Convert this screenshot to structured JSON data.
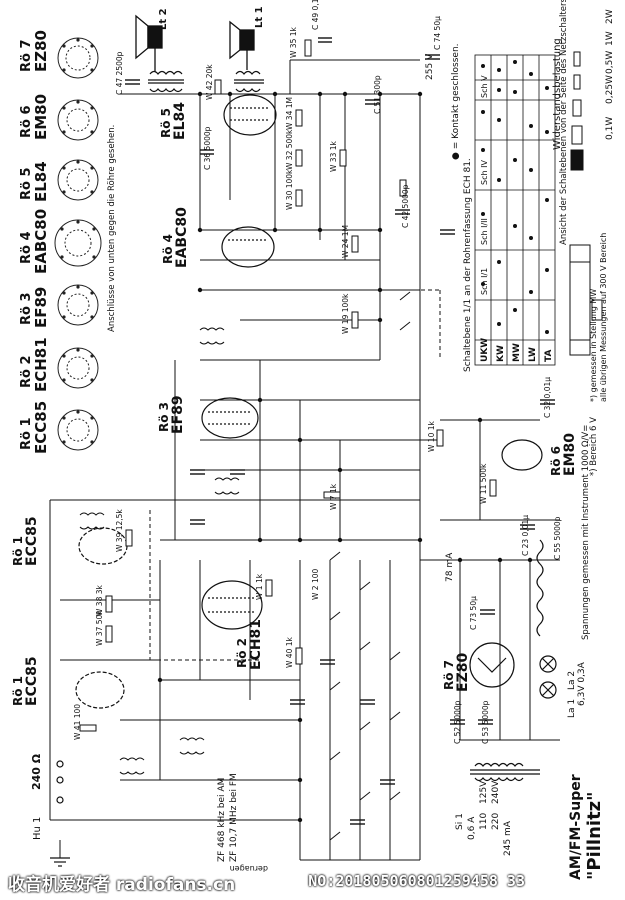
{
  "tubes": [
    {
      "ref": "Rö 1",
      "type": "ECC85"
    },
    {
      "ref": "Rö 2",
      "type": "ECH81"
    },
    {
      "ref": "Rö 3",
      "type": "EF89"
    },
    {
      "ref": "Rö 4",
      "type": "EABC80"
    },
    {
      "ref": "Rö 5",
      "type": "EL84"
    },
    {
      "ref": "Rö 6",
      "type": "EM80"
    },
    {
      "ref": "Rö 7",
      "type": "EZ80"
    }
  ],
  "notes": {
    "socket_view": "Anschlüsse von unten gegen die Röhre gesehen.",
    "switch_plane": "Schaltebene 1/1 an der Rohrenfassung ECH 81.",
    "contact_legend": "● = Kontakt geschlossen.",
    "switch_view": "Ansicht der Schaltebenen von der Seite des Netzschalters her.",
    "resistor_load": "Widerstandsbelastung",
    "if_am": "ZF 468 kHz bei AM",
    "if_fm": "ZF 10,7 MHz bei FM",
    "range_note_1": "*) gemessen in Stellung MW",
    "range_note_2": "alle übrigen Messungen auf 300 V Bereich",
    "voltage_note": "Spannungen gemessen mit Instrument 1000 Ω/V=",
    "footer_left": "deruagen"
  },
  "wattage": [
    "0,1W",
    "0,25W",
    "0,5W",
    "1W",
    "2W"
  ],
  "bands": [
    "UKW",
    "KW",
    "MW",
    "LW",
    "TA"
  ],
  "switch_cols": [
    "Sch I/1",
    "Sch I/II",
    "Sch IV",
    "Sch V"
  ],
  "tube_labels": {
    "ro1a": "Rö 1",
    "ecc85a": "ECC85",
    "ro1b": "Rö 1",
    "ecc85b": "ECC85",
    "ro2": "Rö 2",
    "ech81": "ECH81",
    "ro3": "Rö 3",
    "ef89": "EF89",
    "ro4": "Rö 4",
    "eabc80": "EABC80",
    "ro5": "Rö 5",
    "el84": "EL84",
    "ro6": "Rö 6",
    "em80": "EM80",
    "ro7": "Rö 7",
    "ez80": "EZ80"
  },
  "speakers": [
    "Lt 2",
    "Lt 1"
  ],
  "mains": {
    "label": "Si 1",
    "fuse": "0,6 A",
    "voltages": [
      "110",
      "125V",
      "220",
      "240V"
    ],
    "lamp1": "La 1",
    "lamp2": "La 2",
    "lamp_rating": "6,3V 0,3A",
    "b_plus": "255 V",
    "ma": "78 mA",
    "hv": "245 mA"
  },
  "title": {
    "line1": "AM/FM-Super",
    "line2": "\"Pillnitz\""
  },
  "antenna": {
    "ohm": "240 Ω",
    "hu": "Hu 1"
  },
  "em80_note": "*) Bereich 6 V",
  "components": {
    "c49": "C 49\n0,1µ",
    "c47": "C 47\n2500p",
    "c74": "C 74\n50µ",
    "c51": "C 51\n300p",
    "c36": "C 36\n5000p",
    "c42": "C 42\n5000p",
    "c32": "C 32\n0,01µ",
    "c23": "C 23\n0,01µ",
    "c55": "C 55\n5000p",
    "c73": "C 73\n50µ",
    "c52": "C 52\n5000p",
    "c53": "C 53\n5000p",
    "w35": "W 35\n1k",
    "w42": "W 42\n20k",
    "w34": "W 34\n1M",
    "w32": "W 32\n500k",
    "w30": "W 30\n100k",
    "w33": "W 33\n1k",
    "w24": "W 24\n1M",
    "w19": "W 19\n100k",
    "w7": "W 7\n1k",
    "w11": "W 11\n500k",
    "w10": "W 10\n1k",
    "w39": "W 39\n12,5k",
    "w38": "W 38\n3k",
    "w37": "W 37\n50k",
    "w41": "W 41\n100",
    "w40": "W 40\n1k",
    "w1": "W 1\n1k",
    "w2": "W 2\n100"
  },
  "watermark": {
    "left": "收音机爱好者 radiofans.cn",
    "right": "NO:201805060801259458 33"
  }
}
